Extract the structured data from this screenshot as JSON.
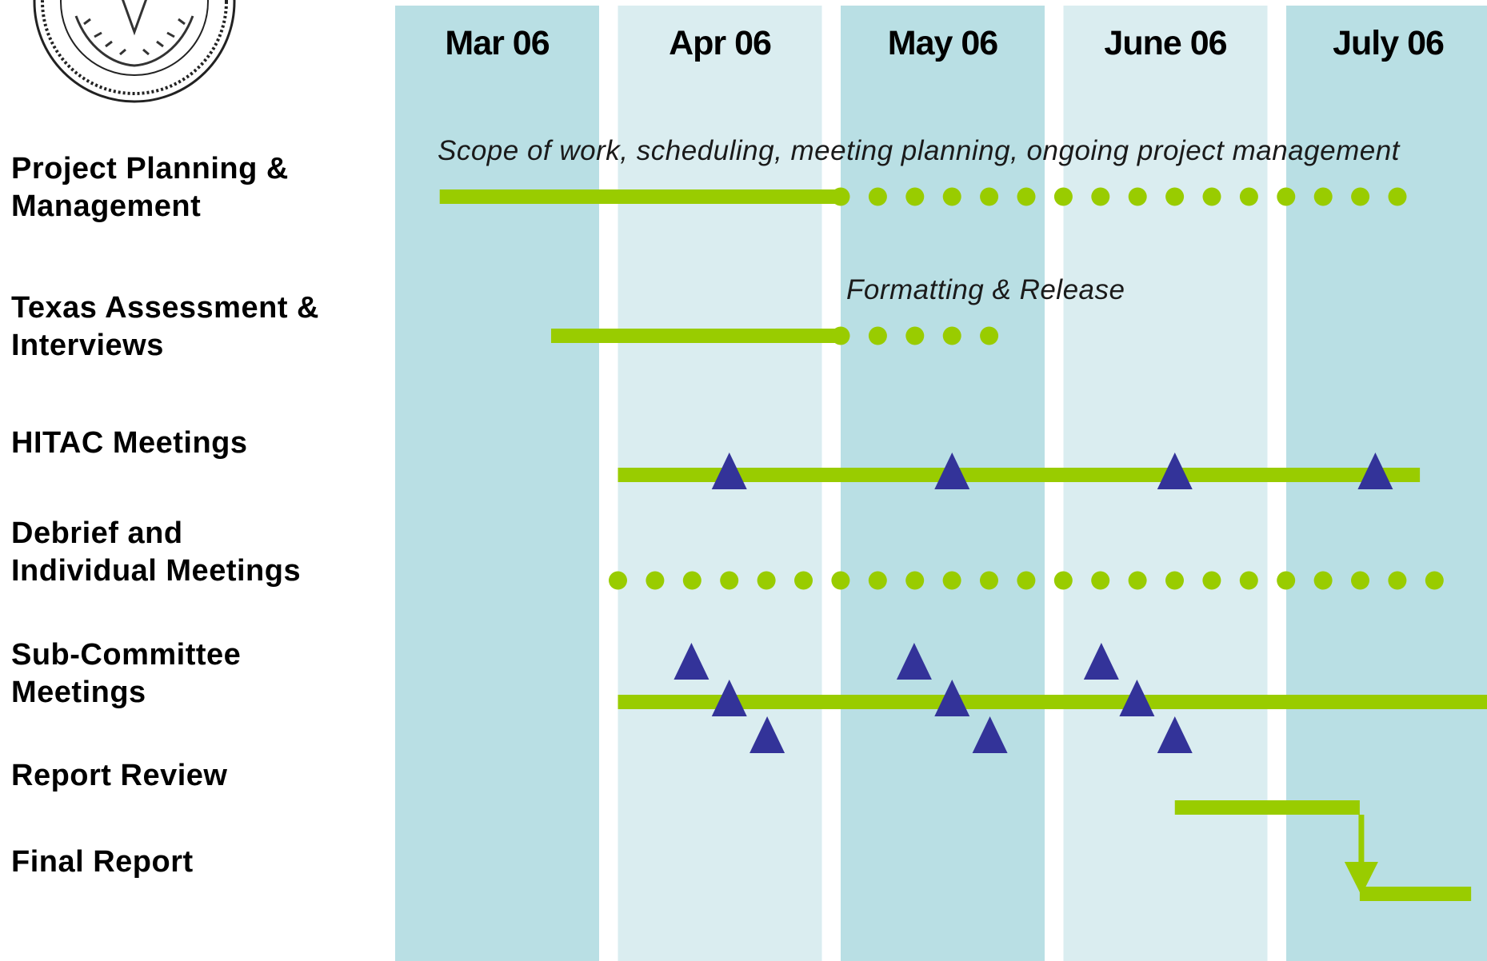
{
  "seal": {
    "icon": "state-seal-icon"
  },
  "colors": {
    "column_dark": "#b9dfe4",
    "column_light": "#daedf0",
    "bar": "#99cc00",
    "milestone": "#333399",
    "text": "#000000"
  },
  "months": [
    "Mar 06",
    "Apr 06",
    "May 06",
    "June 06",
    "July 06"
  ],
  "rows": [
    {
      "label_lines": [
        "Project Planning &",
        "Management"
      ]
    },
    {
      "label_lines": [
        "Texas Assessment &",
        "Interviews"
      ]
    },
    {
      "label_lines": [
        "HITAC Meetings"
      ]
    },
    {
      "label_lines": [
        "Debrief and",
        "Individual Meetings"
      ]
    },
    {
      "label_lines": [
        "Sub-Committee",
        "Meetings"
      ]
    },
    {
      "label_lines": [
        "Report Review"
      ]
    },
    {
      "label_lines": [
        "Final Report"
      ]
    }
  ],
  "annotations": [
    {
      "row": 0,
      "text": "Scope of work, scheduling, meeting planning, ongoing project management"
    },
    {
      "row": 1,
      "text": "Formatting & Release"
    }
  ],
  "chart_data": {
    "type": "gantt",
    "time_unit": "month",
    "time_range": [
      "Mar 06",
      "July 06"
    ],
    "legend": "none",
    "tasks": [
      {
        "name": "Project Planning & Management",
        "segments": [
          {
            "style": "solid",
            "start": 0.2,
            "end": 2.0
          },
          {
            "style": "dotted",
            "start": 2.0,
            "end": 4.6
          }
        ]
      },
      {
        "name": "Texas Assessment & Interviews",
        "segments": [
          {
            "style": "solid",
            "start": 0.7,
            "end": 2.0
          },
          {
            "style": "dotted",
            "start": 2.0,
            "end": 2.75
          }
        ]
      },
      {
        "name": "HITAC Meetings",
        "segments": [
          {
            "style": "solid",
            "start": 1.0,
            "end": 4.6
          }
        ],
        "milestones": [
          {
            "t": 1.5,
            "offset": 0
          },
          {
            "t": 2.5,
            "offset": 0
          },
          {
            "t": 3.5,
            "offset": 0
          },
          {
            "t": 4.4,
            "offset": 0
          }
        ]
      },
      {
        "name": "Debrief and Individual Meetings",
        "segments": [
          {
            "style": "dotted",
            "start": 1.0,
            "end": 4.75
          }
        ]
      },
      {
        "name": "Sub-Committee Meetings",
        "segments": [
          {
            "style": "solid",
            "start": 1.0,
            "end": 5.0
          }
        ],
        "milestones": [
          {
            "t": 1.33,
            "offset": -1
          },
          {
            "t": 1.5,
            "offset": 0
          },
          {
            "t": 1.67,
            "offset": 1
          },
          {
            "t": 2.33,
            "offset": -1
          },
          {
            "t": 2.5,
            "offset": 0
          },
          {
            "t": 2.67,
            "offset": 1
          },
          {
            "t": 3.17,
            "offset": -1
          },
          {
            "t": 3.33,
            "offset": 0
          },
          {
            "t": 3.5,
            "offset": 1
          }
        ]
      },
      {
        "name": "Report Review",
        "segments": [
          {
            "style": "solid",
            "start": 3.5,
            "end": 4.33
          }
        ]
      },
      {
        "name": "Final Report",
        "segments": [
          {
            "style": "solid",
            "start": 4.33,
            "end": 4.83
          }
        ]
      }
    ],
    "dependencies": [
      {
        "from": "Report Review",
        "to": "Final Report"
      }
    ]
  }
}
